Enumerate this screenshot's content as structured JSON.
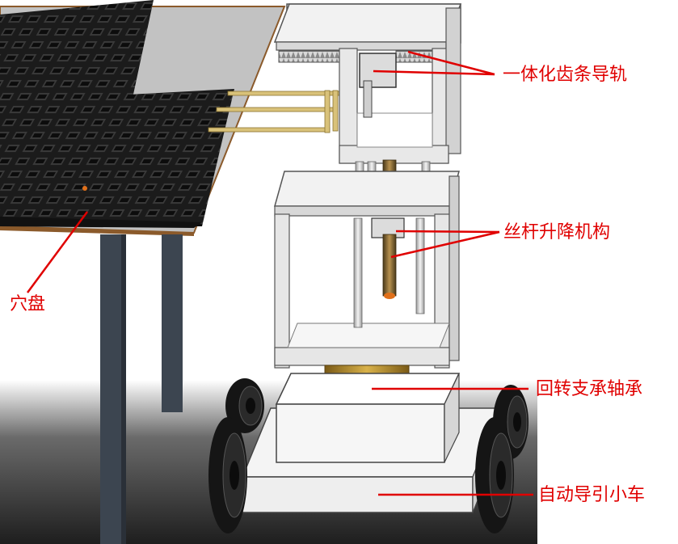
{
  "labels": {
    "rack_rail": "一体化齿条导轨",
    "screw_lift": "丝杆升降机构",
    "tray": "穴盘",
    "slewing_bearing": "回转支承轴承",
    "agv": "自动导引小车"
  },
  "colors": {
    "label_red": "#e00000",
    "frame_gray": "#cfcfcf",
    "tray_black": "#1b1b1b",
    "bearing_gold": "#b8912a",
    "screw_bronze": "#8a6b35",
    "table_top": "#8b5a2b",
    "table_leg": "#3c4550",
    "wheel_black": "#151515"
  }
}
